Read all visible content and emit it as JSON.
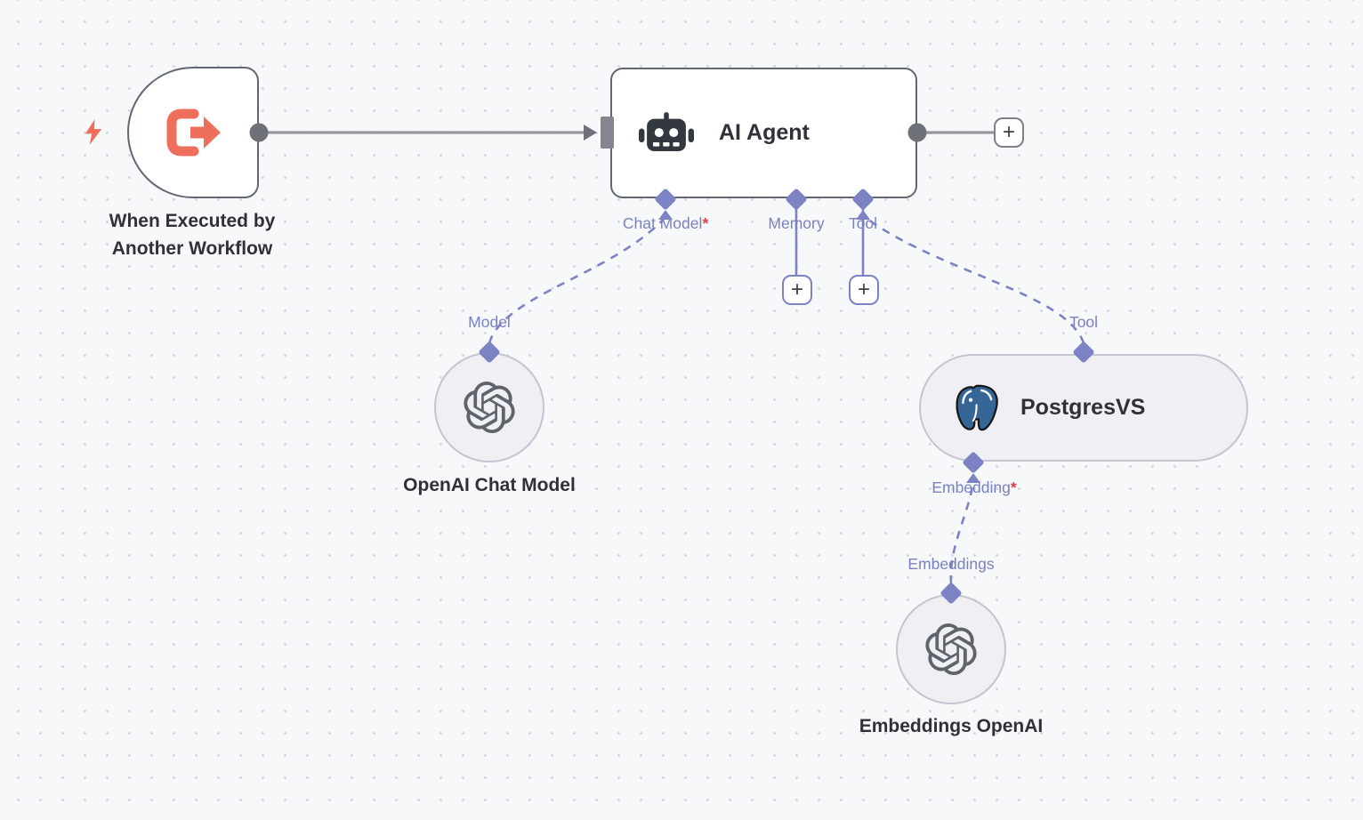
{
  "canvas": {
    "background": "#f7f8fa",
    "dot_color": "#d4d6de"
  },
  "colors": {
    "accent_purple": "#7b83c4",
    "connector_gray": "#6e7278",
    "node_border": "#626771",
    "subnode_fill": "#efeff4",
    "subnode_border": "#c3c5d2",
    "trigger_icon_coral": "#ee6f5b",
    "required_red": "#d8434e",
    "text_dark": "#2e3238",
    "postgres_blue": "#366695",
    "openai_gray": "#5f636b",
    "robot_icon_dark": "#33373e"
  },
  "trigger": {
    "label_line1": "When Executed by",
    "label_line2": "Another Workflow"
  },
  "agent": {
    "title": "AI Agent",
    "ports": {
      "chat_model": "Chat Model",
      "memory": "Memory",
      "tool": "Tool"
    },
    "required_marker": "*"
  },
  "chat_model_node": {
    "name": "OpenAI Chat Model",
    "output_label": "Model"
  },
  "postgres_node": {
    "name": "PostgresVS",
    "output_label": "Tool",
    "input_label": "Embedding",
    "required_marker": "*"
  },
  "embeddings_node": {
    "name": "Embeddings OpenAI",
    "output_label": "Embeddings"
  },
  "buttons": {
    "add": "+"
  }
}
